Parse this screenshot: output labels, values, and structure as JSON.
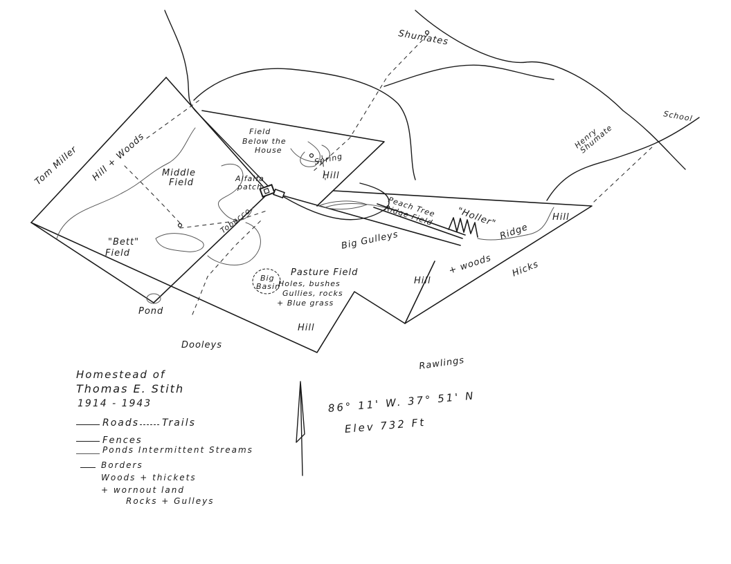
{
  "map": {
    "labels": {
      "tom_miller": "Tom Miller",
      "hill_woods_west": "Hill + Woods",
      "middle_field_1": "Middle",
      "middle_field_2": "Field",
      "field_below_1": "Field",
      "field_below_2": "Below the",
      "field_below_3": "House",
      "spring": "Spring",
      "hill_spring": "Hill",
      "alfalfa_1": "Alfalfa",
      "alfalfa_2": "patch",
      "tobacco": "Tobacco",
      "bett_1": "\"Bett\"",
      "bett_2": "Field",
      "pond": "Pond",
      "dooleys": "Dooleys",
      "shumates": "Shumates",
      "henry_1": "Henry",
      "henry_2": "Shumate",
      "school": "School",
      "peach_1": "Peach Tree",
      "peach_2": "Ridge Field",
      "holler": "\"Holler\"",
      "ridge": "Ridge",
      "hill_east": "Hill",
      "big_gulleys": "Big Gulleys",
      "big_basin_1": "Big",
      "big_basin_2": "Basin",
      "pasture_1": "Pasture Field",
      "pasture_2": "Holes, bushes",
      "pasture_3": "Gullies, rocks",
      "pasture_4": "+ Blue grass",
      "hill_woods_south": "Hill",
      "woods_south": "+ woods",
      "hicks": "Hicks",
      "hill_bottom": "Hill",
      "rawlings": "Rawlings"
    }
  },
  "title_block": {
    "line1": "Homestead of",
    "line2": "Thomas E. Stith",
    "line3": "1914 - 1943"
  },
  "legend": {
    "roads": "Roads",
    "trails": "Trails",
    "fences": "Fences",
    "ponds": "Ponds Intermittent Streams",
    "borders": "Borders",
    "borders_2": "Woods + thickets",
    "borders_3": "+ wornout land",
    "borders_4": "Rocks + Gulleys"
  },
  "coordinates": {
    "position": "86° 11' W.  37° 51' N",
    "elevation": "Elev  732 Ft"
  }
}
